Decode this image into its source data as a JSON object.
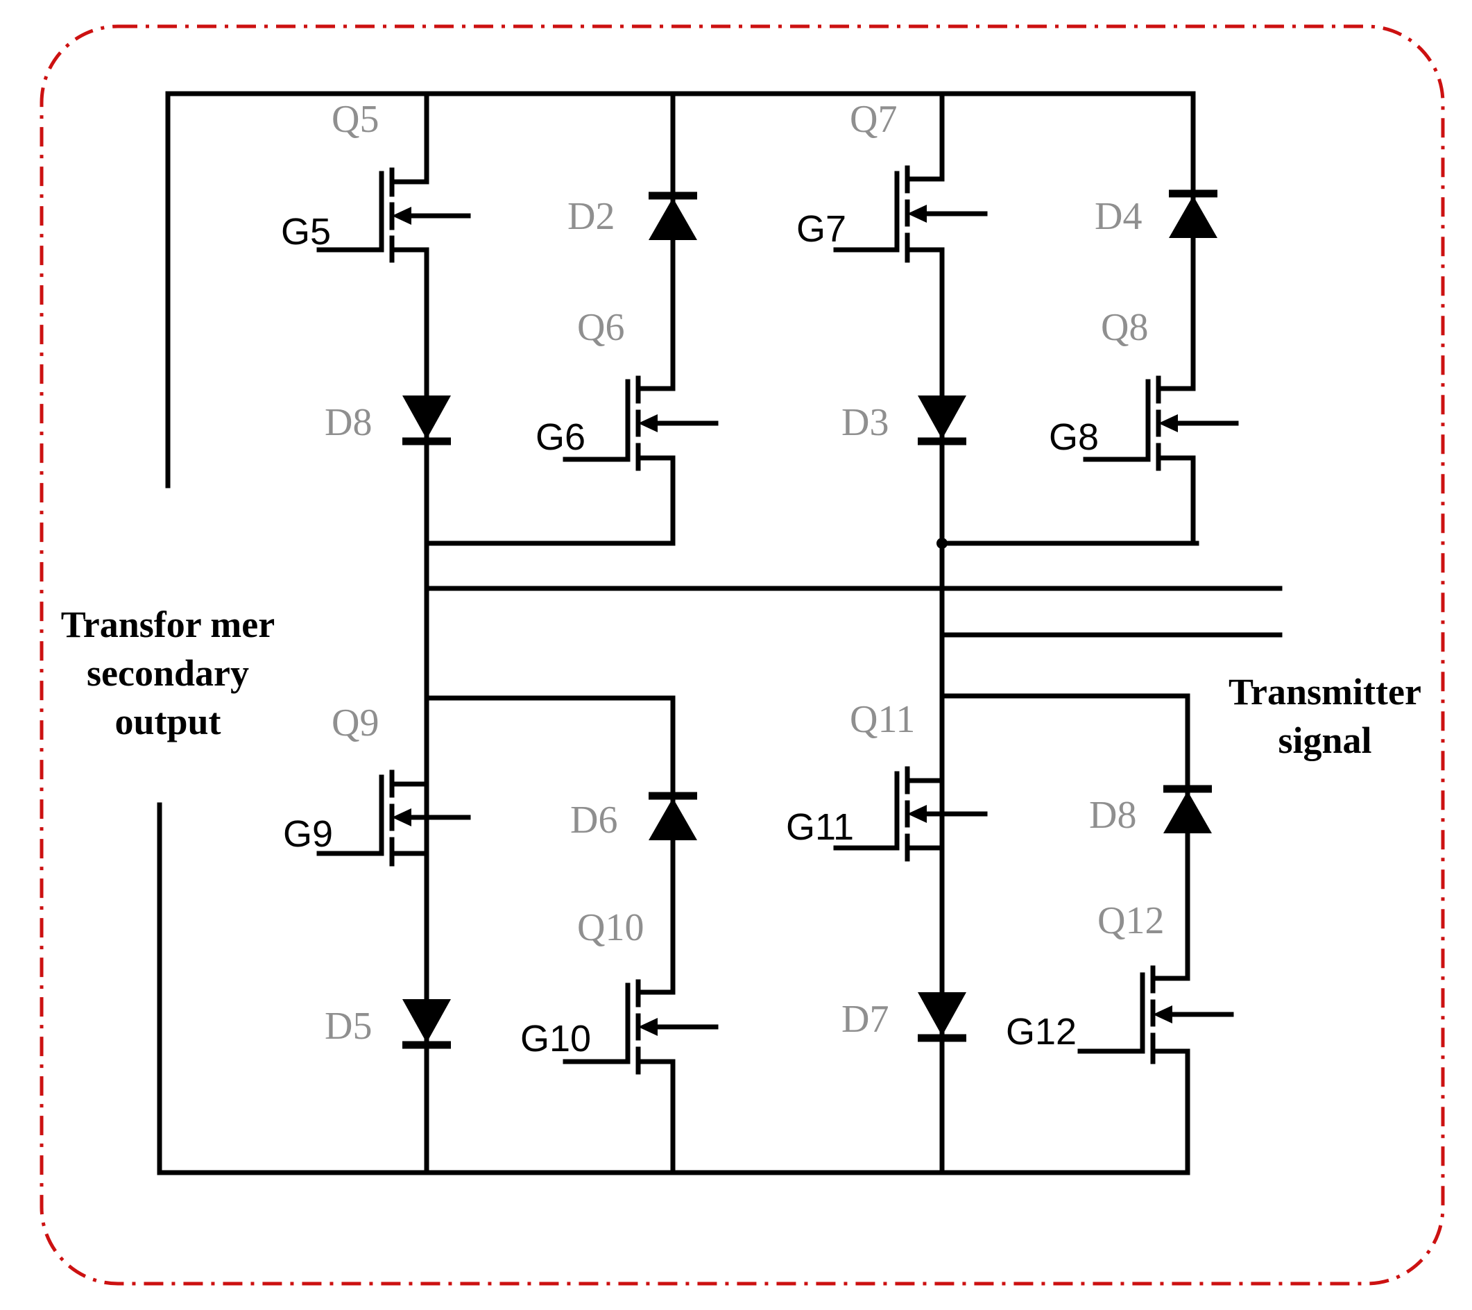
{
  "labels": {
    "transformer_line1": "Transfor mer",
    "transformer_line2": "secondary",
    "transformer_line3": "output",
    "transmitter_line1": "Transmitter",
    "transmitter_line2": "signal"
  },
  "components": {
    "Q5": "Q5",
    "Q6": "Q6",
    "Q7": "Q7",
    "Q8": "Q8",
    "Q9": "Q9",
    "Q10": "Q10",
    "Q11": "Q11",
    "Q12": "Q12",
    "G5": "G5",
    "G6": "G6",
    "G7": "G7",
    "G8": "G8",
    "G9": "G9",
    "G10": "G10",
    "G11": "G11",
    "G12": "G12",
    "D2": "D2",
    "D3": "D3",
    "D4": "D4",
    "D5": "D5",
    "D6": "D6",
    "D7": "D7",
    "D8a": "D8",
    "D8b": "D8"
  },
  "colors": {
    "border": "#cc1111",
    "wire": "#000000",
    "component_label": "#8f8f8f"
  }
}
